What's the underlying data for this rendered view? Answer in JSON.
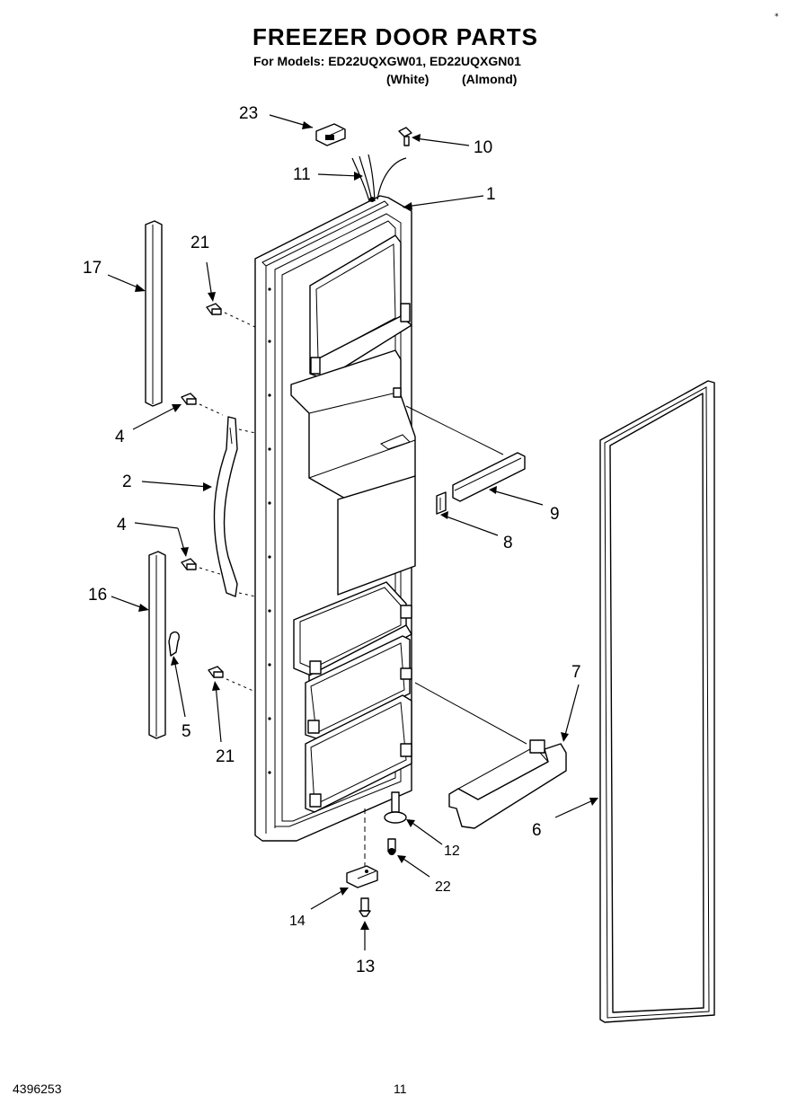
{
  "header": {
    "title": "FREEZER DOOR PARTS",
    "models_line": "For Models: ED22UQXGW01, ED22UQXGN01",
    "finish_white": "(White)",
    "finish_almond": "(Almond)",
    "corner_mark": "*"
  },
  "footer": {
    "part_number": "4396253",
    "page_number": "11"
  },
  "callouts": {
    "c1": "1",
    "c2": "2",
    "c4a": "4",
    "c4b": "4",
    "c5": "5",
    "c6": "6",
    "c7": "7",
    "c8": "8",
    "c9": "9",
    "c10": "10",
    "c11": "11",
    "c12": "12",
    "c13": "13",
    "c14": "14",
    "c16": "16",
    "c17": "17",
    "c21a": "21",
    "c21b": "21",
    "c22": "22",
    "c23": "23"
  }
}
